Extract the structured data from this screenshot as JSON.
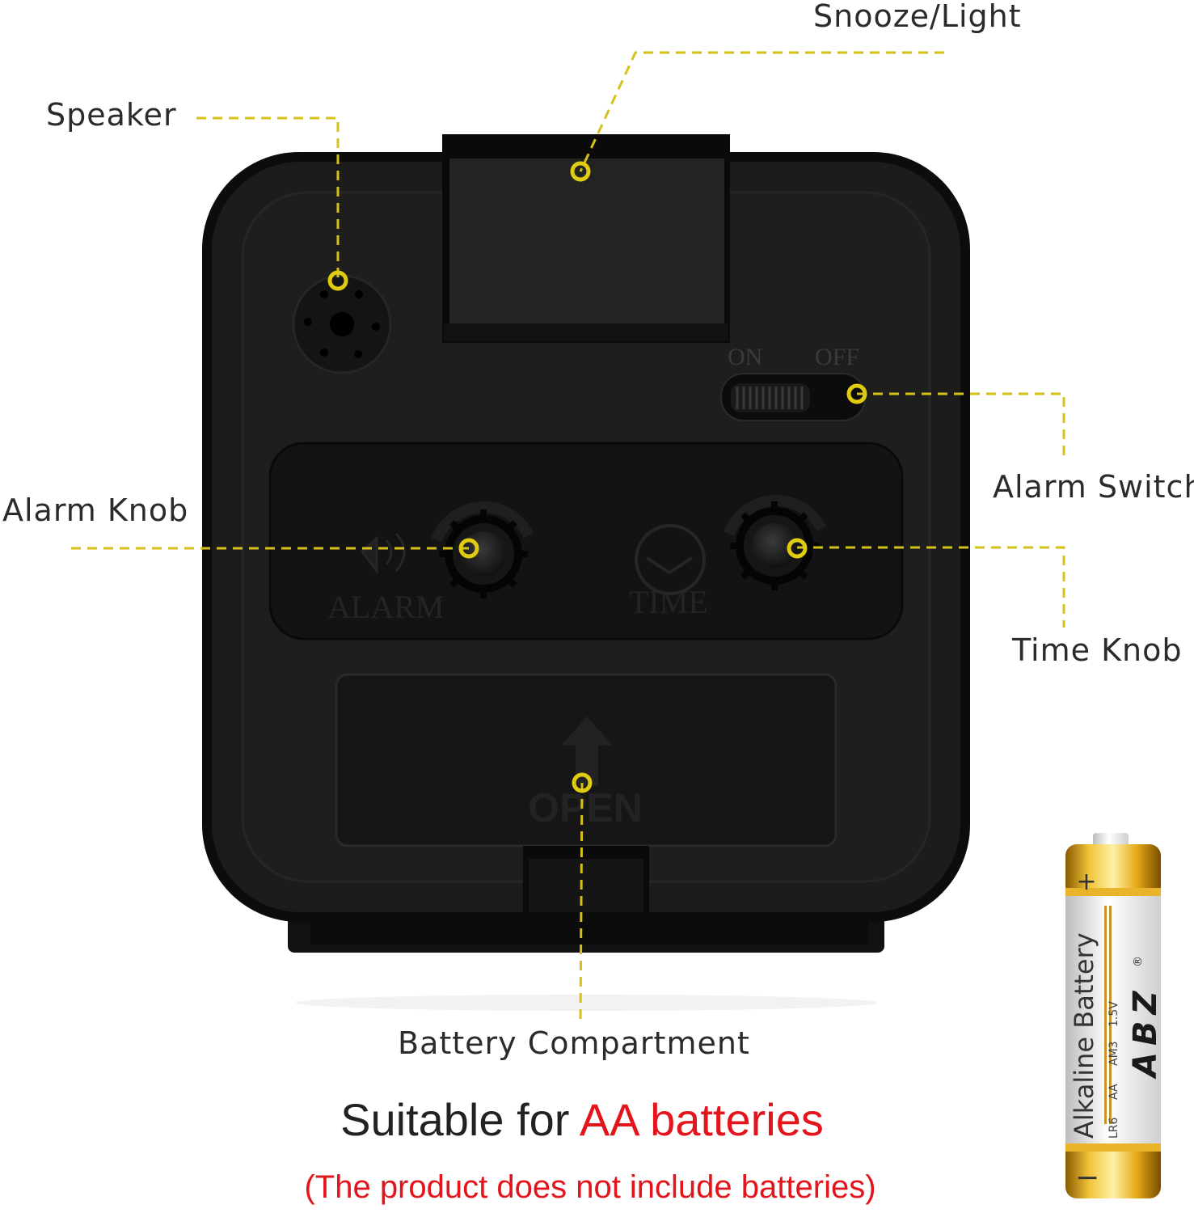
{
  "callouts": {
    "snooze_light": "Snooze/Light",
    "speaker": "Speaker",
    "alarm_switch": "Alarm Switch",
    "alarm_knob": "Alarm Knob",
    "time_knob": "Time Knob",
    "battery_compartment": "Battery Compartment"
  },
  "device_markings": {
    "switch_on": "ON",
    "switch_off": "OFF",
    "alarm_dial": "ALARM",
    "time_dial": "TIME",
    "battery_door": "OPEN"
  },
  "battery": {
    "label": "Alkaline Battery",
    "brand": "ABZ",
    "spec_lr6": "LR6",
    "spec_aa": "AA",
    "spec_am3": "AM3",
    "spec_voltage": "1.5V",
    "registered": "®",
    "plus": "+",
    "minus": "−"
  },
  "headline": {
    "prefix": "Suitable for",
    "highlight": "AA batteries"
  },
  "note": "(The product does not include batteries)",
  "colors": {
    "callout_line": "#d4c21a",
    "accent_red": "#e3141b",
    "device_body": "#1a1a1a"
  }
}
